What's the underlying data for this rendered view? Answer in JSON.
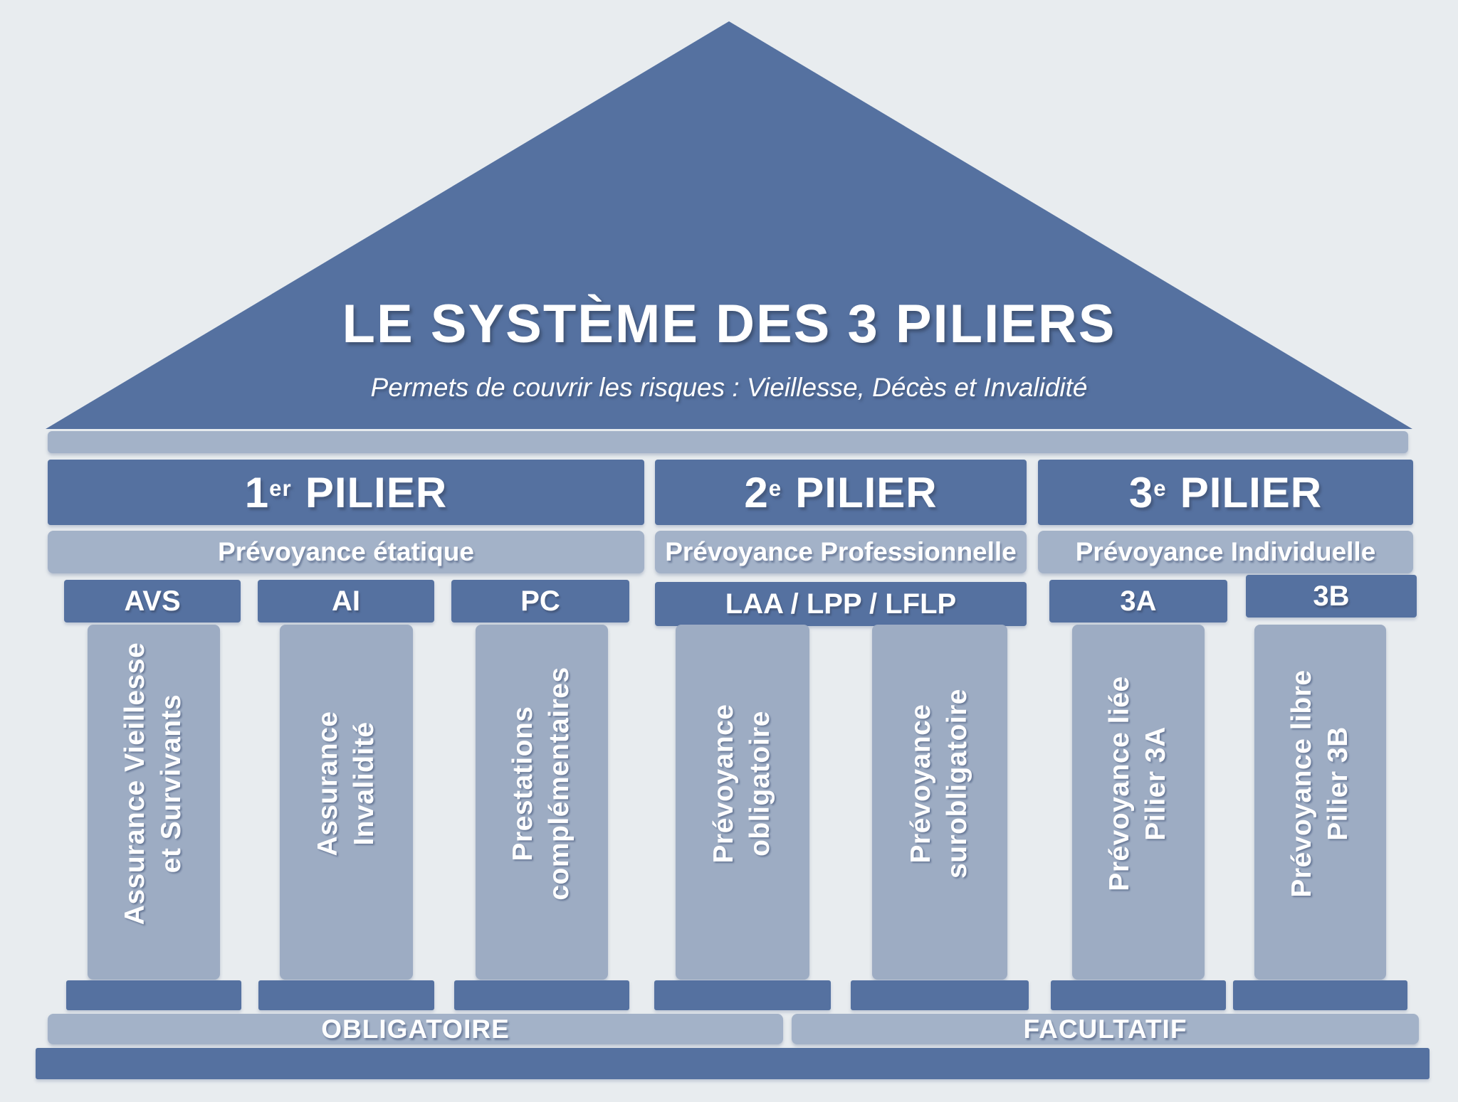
{
  "colors": {
    "background": "#e8ecef",
    "dark": "#5571a0",
    "light": "#a3b2c8",
    "shaft": "#9dacc3",
    "text": "#ffffff"
  },
  "roof": {
    "title": "LE SYSTÈME DES 3 PILIERS",
    "subtitle": "Permets de couvrir les risques : Vieillesse, Décès et Invalidité"
  },
  "pillars": [
    {
      "number": "1",
      "sup": "er",
      "name": "PILIER",
      "subtitle": "Prévoyance étatique",
      "capitals": [
        {
          "label": "AVS"
        },
        {
          "label": "AI"
        },
        {
          "label": "PC"
        }
      ],
      "columns": [
        {
          "line1": "Assurance Vieillesse",
          "line2": "et Survivants"
        },
        {
          "line1": "Assurance",
          "line2": "Invalidité"
        },
        {
          "line1": "Prestations",
          "line2": "complémentaires"
        }
      ]
    },
    {
      "number": "2",
      "sup": "e",
      "name": "PILIER",
      "subtitle": "Prévoyance Professionnelle",
      "capitals": [
        {
          "label": "LAA / LPP / LFLP"
        }
      ],
      "columns": [
        {
          "line1": "Prévoyance",
          "line2": "obligatoire"
        },
        {
          "line1": "Prévoyance",
          "line2": "surobligatoire"
        }
      ]
    },
    {
      "number": "3",
      "sup": "e",
      "name": "PILIER",
      "subtitle": "Prévoyance Individuelle",
      "capitals": [
        {
          "label": "3A"
        },
        {
          "label": "3B"
        }
      ],
      "columns": [
        {
          "line1": "Prévoyance liée",
          "line2": "Pilier 3A"
        },
        {
          "line1": "Prévoyance libre",
          "line2": "Pilier 3B"
        }
      ]
    }
  ],
  "footer": {
    "left_label": "OBLIGATOIRE",
    "right_label": "FACULTATIF"
  }
}
